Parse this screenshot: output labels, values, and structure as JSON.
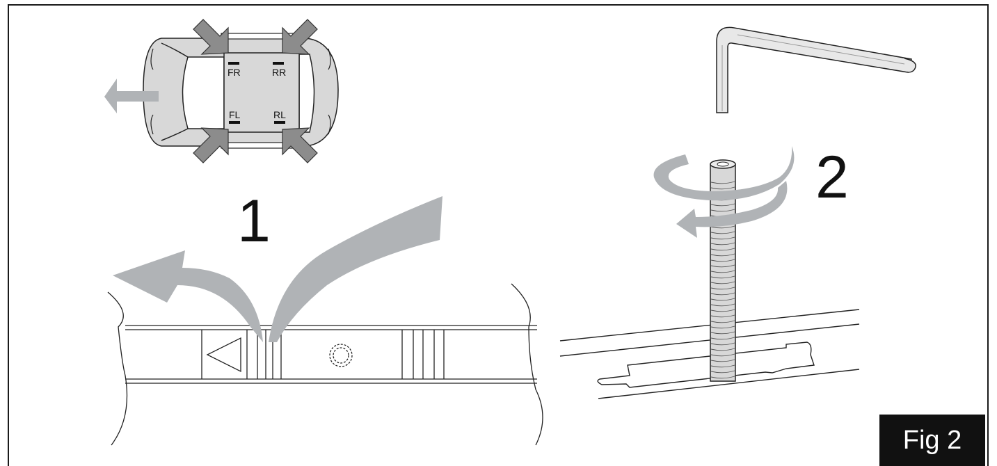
{
  "figure": {
    "badge": "Fig 2",
    "steps": {
      "one": "1",
      "two": "2"
    },
    "positions": {
      "fr": "FR",
      "rr": "RR",
      "fl": "FL",
      "rl": "RL"
    },
    "colors": {
      "arrow_gray": "#b0b3b6",
      "dark_arrow": "#8c8c8c",
      "car_fill": "#d8d8d8",
      "badge_bg": "#111111",
      "line": "#1a1a1a"
    }
  }
}
